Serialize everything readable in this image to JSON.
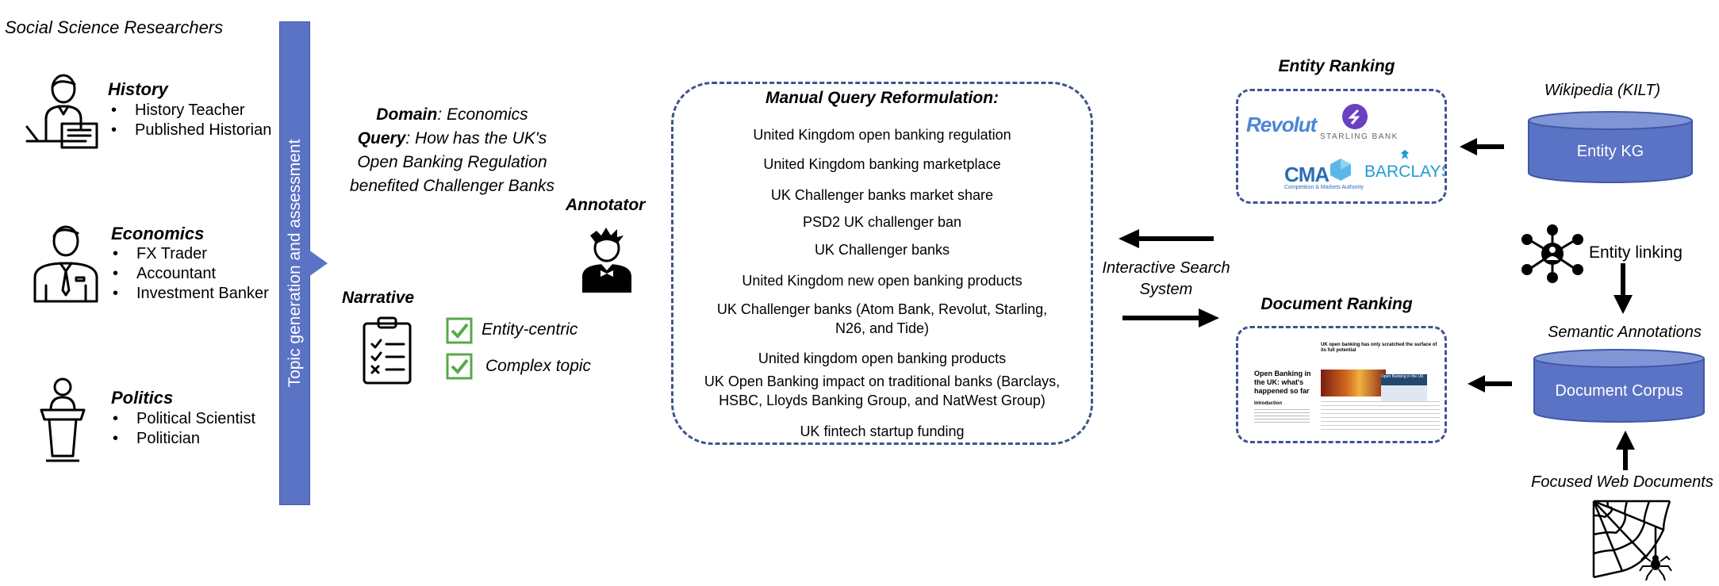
{
  "researchers": {
    "title": "Social Science Researchers",
    "groups": [
      {
        "title": "History",
        "items": [
          "History Teacher",
          "Published Historian"
        ]
      },
      {
        "title": "Economics",
        "items": [
          "FX Trader",
          "Accountant",
          "Investment Banker"
        ]
      },
      {
        "title": "Politics",
        "items": [
          "Political Scientist",
          "Politician"
        ]
      }
    ]
  },
  "topic_bar": {
    "label": "Topic generation and assessment",
    "color": "#5b73c4"
  },
  "query": {
    "domain_key": "Domain",
    "domain_value": ": Economics",
    "query_key": "Query",
    "query_value": ": How has the UK's Open Banking Regulation benefited Challenger Banks"
  },
  "narrative": {
    "title": "Narrative",
    "checks": [
      "Entity-centric",
      "Complex topic"
    ],
    "check_color": "#5aa84a"
  },
  "annotator": {
    "label": "Annotator"
  },
  "reformulation": {
    "title": "Manual Query Reformulation:",
    "queries": [
      "United Kingdom open banking regulation",
      "United Kingdom banking marketplace",
      "UK Challenger banks market share",
      "PSD2 UK challenger ban",
      "UK Challenger banks",
      "United Kingdom new open banking products",
      "UK Challenger banks (Atom Bank, Revolut, Starling, N26, and Tide)",
      "United kingdom open banking products",
      "UK Open Banking impact on traditional banks (Barclays, HSBC, Lloyds Banking Group, and NatWest Group)",
      "UK fintech startup funding"
    ]
  },
  "search_system": {
    "label": "Interactive Search System"
  },
  "entity_ranking": {
    "title": "Entity Ranking",
    "logos": {
      "revolut": "Revolut",
      "starling": "STARLING BANK",
      "cma": "CMA",
      "cma_sub": "Competition & Markets Authority",
      "barclays": "BARCLAYS"
    }
  },
  "document_ranking": {
    "title": "Document Ranking",
    "thumbnail": {
      "headline": "Open Banking in the UK: what's happened so far",
      "side_headline": "UK open banking has only scratched the surface of its full potential",
      "overlay": "Open Banking in the UK",
      "section": "Introduction"
    }
  },
  "knowledge": {
    "wikipedia_label": "Wikipedia (KILT)",
    "entity_kg": "Entity KG",
    "entity_linking": "Entity linking",
    "semantic_annotations": "Semantic Annotations",
    "document_corpus": "Document Corpus",
    "focused_web": "Focused Web Documents",
    "cylinder_color": "#5b73c4"
  }
}
